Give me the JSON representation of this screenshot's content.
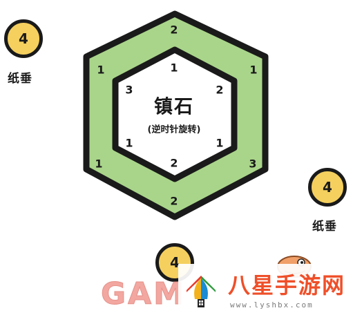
{
  "hexagon": {
    "title": "镇石",
    "subtitle": "(逆时针旋转)",
    "outer_numbers": [
      "2",
      "1",
      "3",
      "2",
      "1",
      "1"
    ],
    "inner_numbers": [
      "1",
      "2",
      "1",
      "2",
      "1",
      "3"
    ],
    "colors": {
      "fill": "#a9d58a",
      "stroke": "#1a1a1a",
      "inner_fill": "#ffffff"
    }
  },
  "badges": [
    {
      "value": "4",
      "label": "纸垂"
    },
    {
      "value": "4",
      "label": "纸垂"
    },
    {
      "value": "4",
      "label": ""
    }
  ],
  "watermark": {
    "game_text": "GAM",
    "site_name": "八星手游网",
    "site_url": "www.lyshbx.com",
    "colors": {
      "title": "#ef4f29",
      "game_text": "#f2a7a0"
    }
  },
  "colors": {
    "badge": "#f5d05f"
  }
}
